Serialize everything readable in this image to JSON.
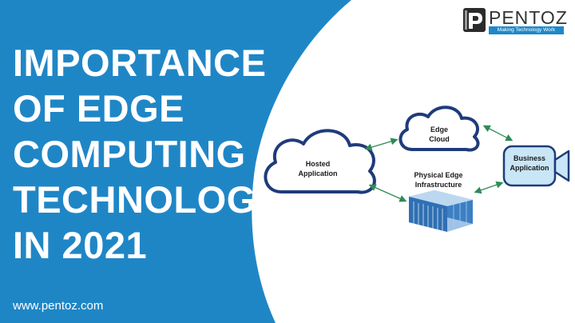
{
  "headline": {
    "lines": [
      "IMPORTANCE",
      "OF EDGE",
      "COMPUTING",
      "TECHNOLOGY",
      "IN 2021"
    ]
  },
  "website": "www.pentoz.com",
  "logo": {
    "name": "PENTOZ",
    "tagline": "Making Technology Work",
    "icon": "p-letter-logo-icon"
  },
  "diagram": {
    "hosted_application": [
      "Hosted",
      "Application"
    ],
    "edge_cloud": [
      "Edge",
      "Cloud"
    ],
    "physical_edge_infrastructure": [
      "Physical Edge",
      "Infrastructure"
    ],
    "business_application": [
      "Business",
      "Application"
    ],
    "icons": [
      "cloud-icon",
      "server-rack-icon",
      "video-camera-icon",
      "double-arrow-icon"
    ]
  },
  "colors": {
    "brand_blue": "#1f86c6",
    "cloud_outline": "#1f3b7a",
    "cloud_fill": "#ffffff",
    "camera_fill": "#c9e6f7",
    "arrow_green": "#2e8b57",
    "server_blue": "#3d7fc4"
  }
}
